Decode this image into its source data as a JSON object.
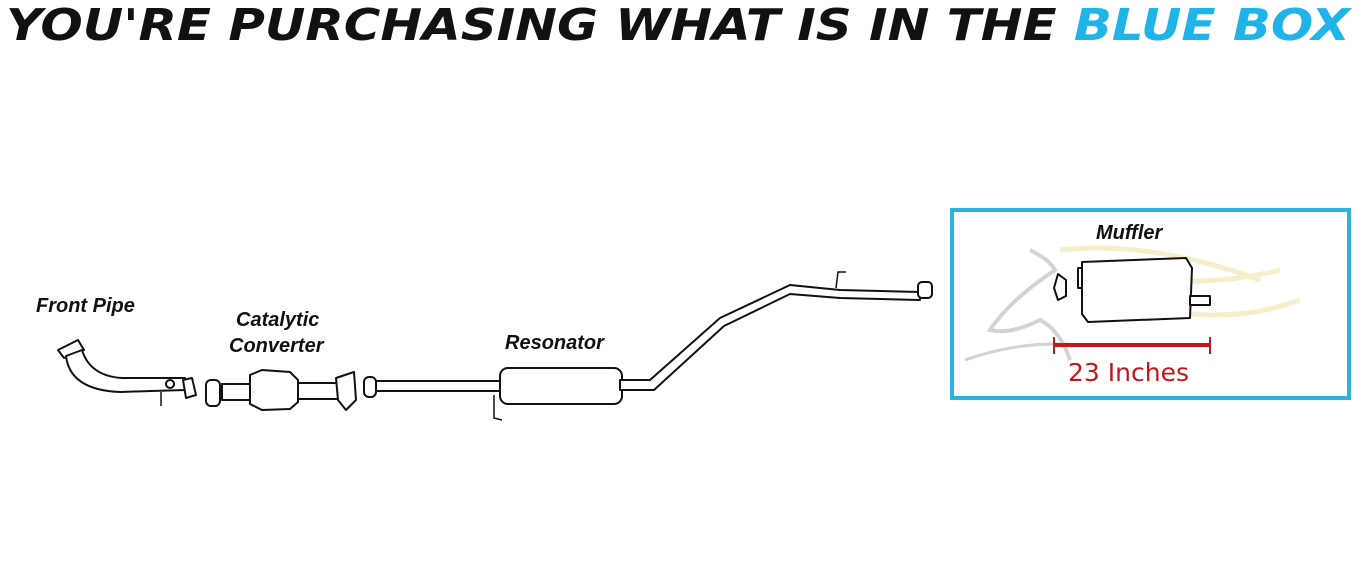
{
  "title": {
    "prefix": "YOU'RE PURCHASING WHAT IS IN THE ",
    "highlight": "BLUE BOX"
  },
  "colors": {
    "title": "#111111",
    "highlight": "#1fb4e8",
    "box_border": "#2bb3dd",
    "measure": "#c4171c"
  },
  "parts": {
    "front_pipe": "Front Pipe",
    "catalytic_line1": "Catalytic",
    "catalytic_line2": "Converter",
    "resonator": "Resonator",
    "muffler": "Muffler"
  },
  "measurement": "23 Inches"
}
